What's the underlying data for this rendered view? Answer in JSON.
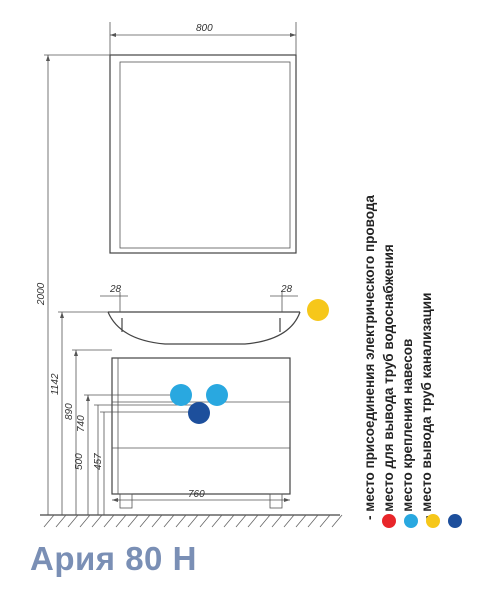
{
  "title": "Ария 80 Н",
  "dimensions": {
    "top_width": "800",
    "total_height": "2000",
    "h1142": "1142",
    "h890": "890",
    "h740": "740",
    "h500": "500",
    "h457": "457",
    "left_offset": "28",
    "right_offset": "28",
    "bottom_width": "760"
  },
  "legend": [
    {
      "text": "- место присоединения электрического провода",
      "color": "#e8262a"
    },
    {
      "text": "- место для вывода труб водоснабжения",
      "color": "#29a8e0"
    },
    {
      "text": "- место крепления навесов",
      "color": "#f6c71a"
    },
    {
      "text": "- место вывода труб канализации",
      "color": "#1d4f9c"
    }
  ],
  "markers": {
    "electric_color": "#f6c71a",
    "water_color": "#29a8e0",
    "sewer_color": "#1d4f9c"
  }
}
